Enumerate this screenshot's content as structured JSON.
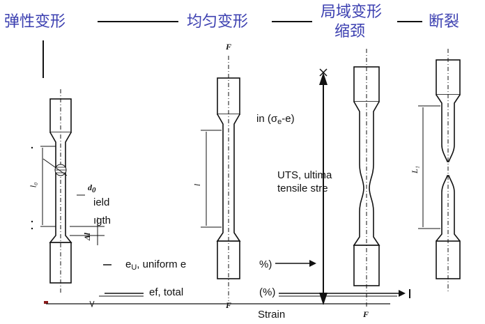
{
  "stages": {
    "elastic": "弹性变形",
    "uniform": "均匀变形",
    "local_line1": "局域变形",
    "local_line2": "缩颈",
    "fracture": "断裂"
  },
  "labels": {
    "force_top": "F",
    "force_bottom": "F",
    "force_bottom2": "F",
    "gauge_length": "l₀",
    "diameter_sym": "d",
    "diameter_sub": "0",
    "delta_l": "Δl",
    "final_length": "L₁",
    "uniform_length": "l",
    "yield_frag": "ield",
    "length_frag": "ıgth",
    "in_prefix": "in (σ",
    "in_sub": "e",
    "in_suffix": "-e)",
    "uts_line1": "UTS, ultima",
    "uts_line2": "tensile stre",
    "eu_prefix": "e",
    "eu_sub": "U",
    "eu_suffix": ", uniform e",
    "eu_pct": "%)",
    "ef_text": "ef, total",
    "ef_pct": "(%)",
    "strain": "Strain"
  },
  "colors": {
    "title": "#3b3fb0",
    "line": "#111111",
    "hatch": "#222222"
  }
}
